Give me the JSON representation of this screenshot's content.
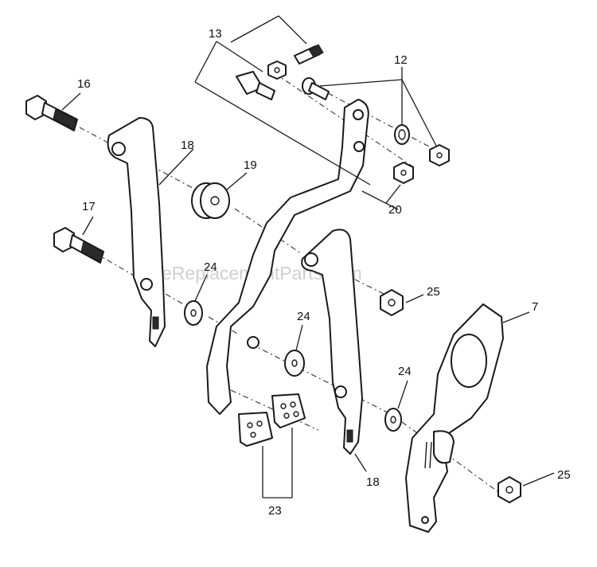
{
  "watermark": "eReplacementParts.com",
  "callouts": {
    "p7": "7",
    "p12": "12",
    "p13": "13",
    "p16": "16",
    "p17": "17",
    "p18a": "18",
    "p18b": "18",
    "p19": "19",
    "p20": "20",
    "p23": "23",
    "p24a": "24",
    "p24b": "24",
    "p24c": "24",
    "p25a": "25",
    "p25b": "25"
  }
}
